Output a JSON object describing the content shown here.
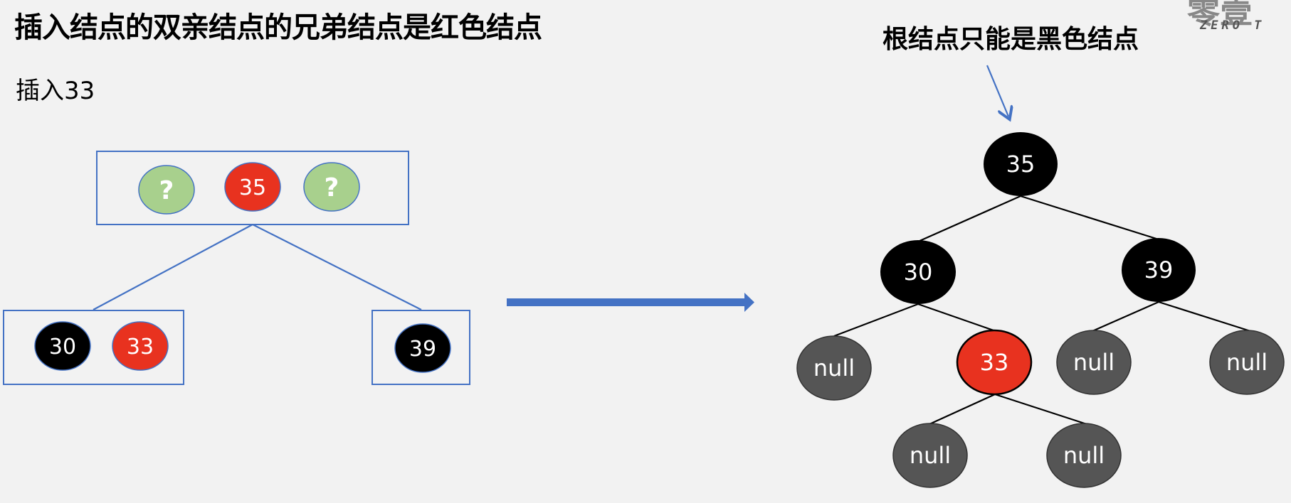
{
  "title": "插入结点的双亲结点的兄弟结点是红色结点",
  "subtitle": "插入33",
  "root_note": "根结点只能是黑色结点",
  "logo": {
    "text": "ZERO T"
  },
  "colors": {
    "black_node": "#000000",
    "red_node": "#e8321f",
    "null_node": "#555555",
    "placeholder_node": "#a8d08d",
    "box_border": "#4472c4",
    "arrow": "#4472c4"
  },
  "before_tree": {
    "top_box": [
      "?",
      "35",
      "?"
    ],
    "left_box": [
      "30",
      "33"
    ],
    "right_box": [
      "39"
    ]
  },
  "after_tree": {
    "root": "35",
    "level1": [
      "30",
      "39"
    ],
    "level2": [
      "null",
      "33",
      "null",
      "null"
    ],
    "level3": [
      "null",
      "null"
    ]
  }
}
